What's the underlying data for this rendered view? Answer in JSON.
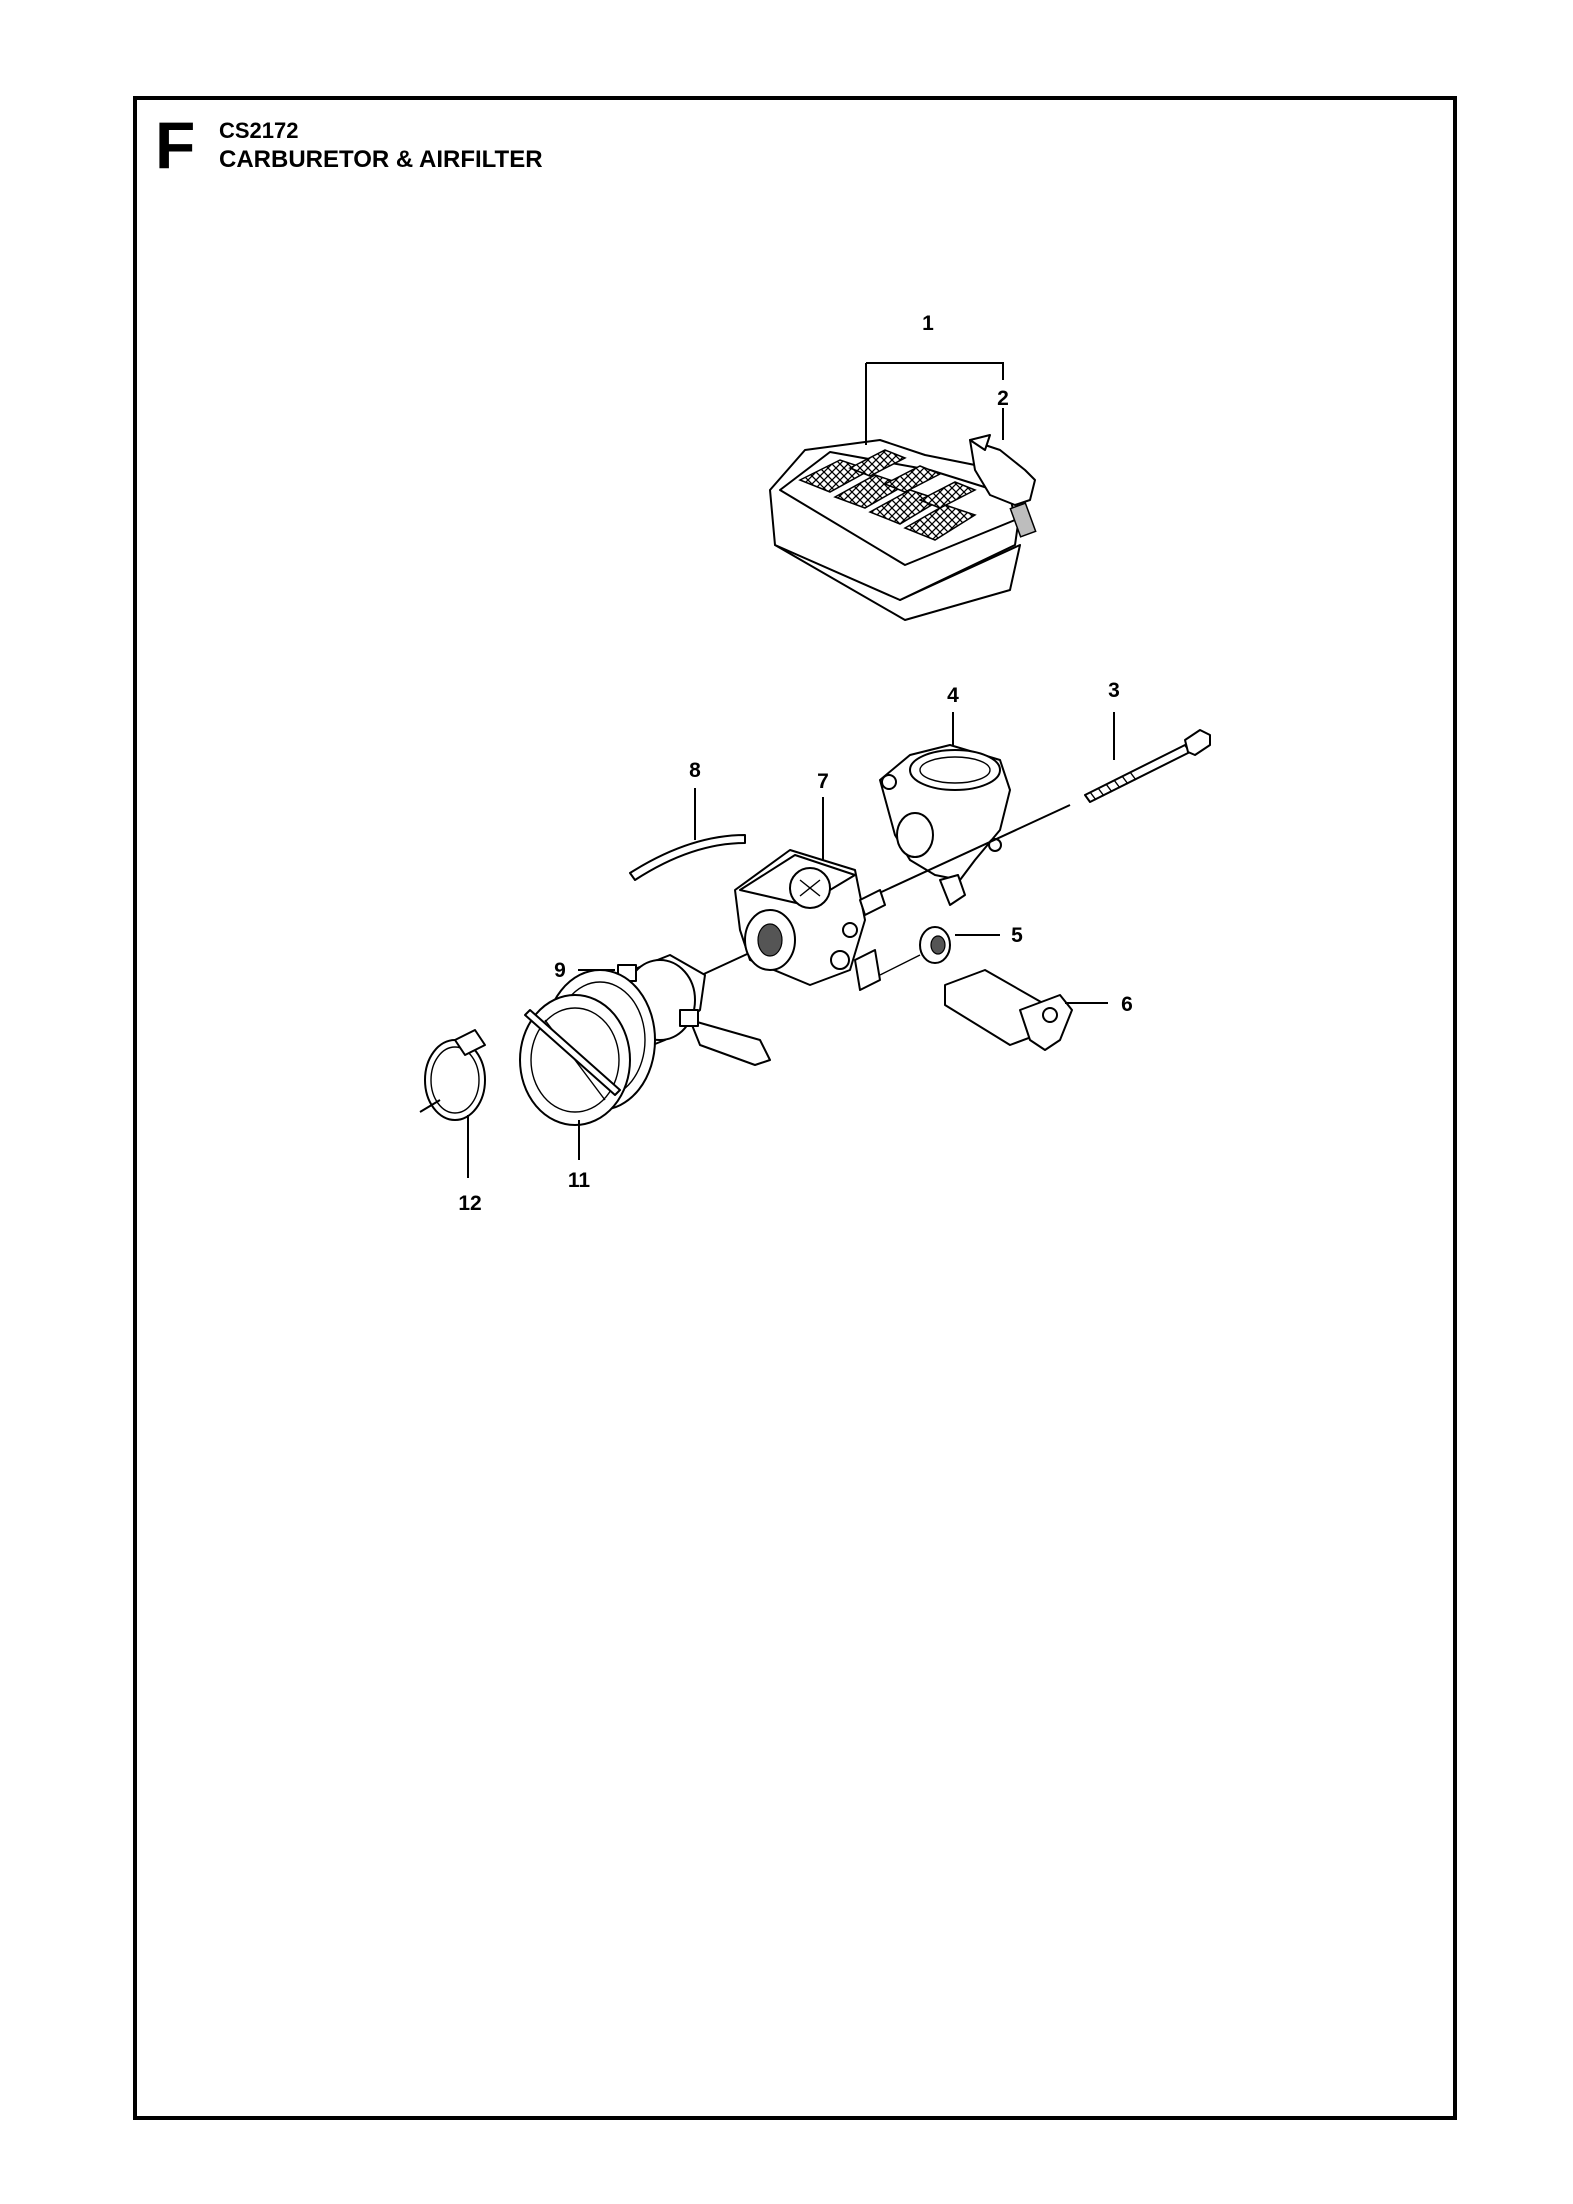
{
  "header": {
    "section_letter": "F",
    "model": "CS2172",
    "title": "CARBURETOR & AIRFILTER"
  },
  "callouts": {
    "c1": "1",
    "c2": "2",
    "c3": "3",
    "c4": "4",
    "c5": "5",
    "c6": "6",
    "c7": "7",
    "c8": "8",
    "c9": "9",
    "c11": "11",
    "c12": "12"
  }
}
